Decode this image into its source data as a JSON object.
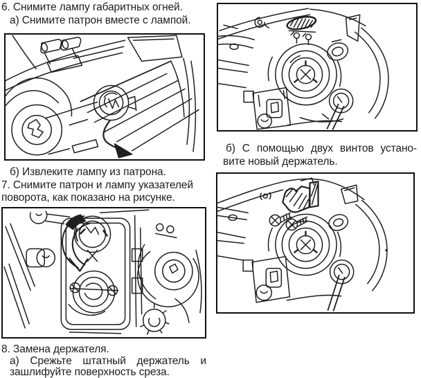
{
  "colors": {
    "paper": "#ffffff",
    "ink": "#1c1c1c"
  },
  "instructions": {
    "step6": [
      "6. Снимите лампу габаритных огней.",
      "а) Снимите патрон вместе с лампой."
    ],
    "step7": [
      "б) Извлеките лампу из патрона.",
      "7. Снимите патрон и лампу указателей",
      "поворота, как показано на рисунке."
    ],
    "step8": [
      "8. Замена держателя.",
      "а) Срежьте штатный держатель и",
      "зашлифуйте поверхность среза."
    ],
    "step8b": [
      "б) С помощью двух винтов устано-",
      "вите новый держатель."
    ]
  },
  "figures": {
    "fig1": "removing-parking-light-socket-with-lamp",
    "fig2": "removing-turn-signal-socket-and-lamp",
    "fig3": "headlight-rear-view-with-screwdriver",
    "fig4": "new-holder-installed-with-two-screws"
  }
}
